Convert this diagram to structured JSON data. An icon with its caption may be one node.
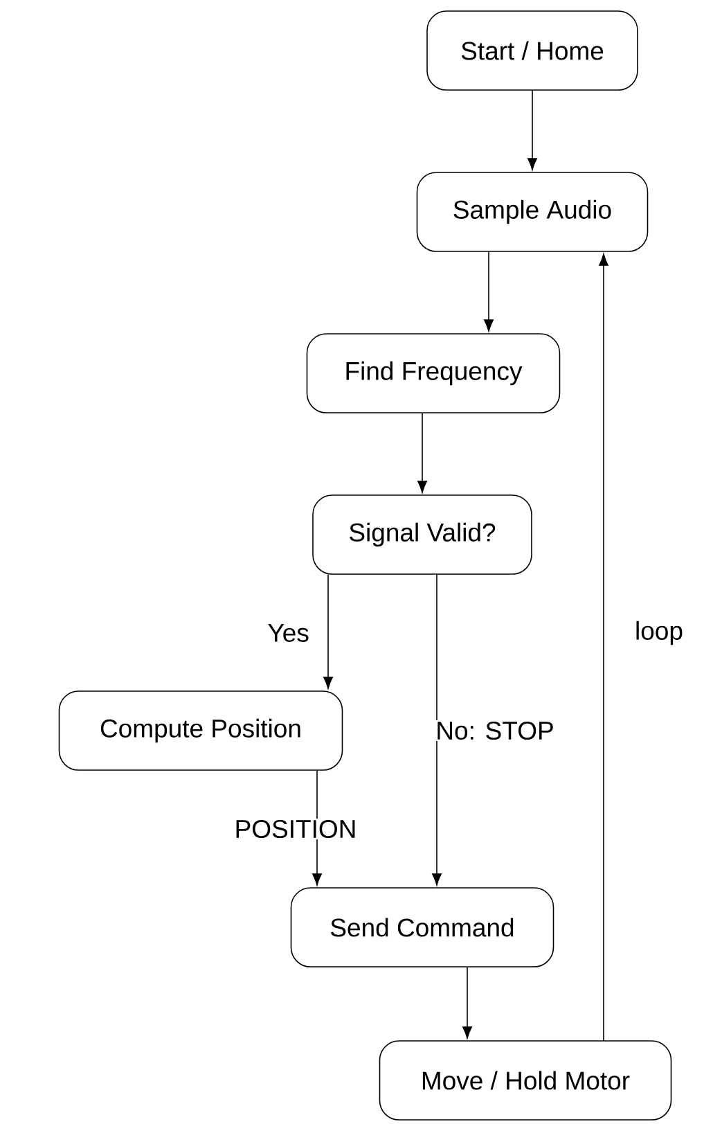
{
  "diagram": {
    "nodes": [
      {
        "text": [
          "Start / Home"
        ]
      },
      {
        "text": [
          "Sample Audio"
        ]
      },
      {
        "text": [
          "Find Frequency"
        ]
      },
      {
        "text": [
          "Signal Valid?"
        ]
      },
      {
        "text": [
          "Compute Position"
        ]
      },
      {
        "text": [
          "Send Command"
        ]
      },
      {
        "text": [
          "Move / Hold Motor"
        ]
      }
    ],
    "edges": [
      {
        "from": 0,
        "to": 1,
        "arrow": "to"
      },
      {
        "from": 1,
        "to": 2,
        "arrow": "to"
      },
      {
        "from": 2,
        "to": 3,
        "arrow": "to"
      },
      {
        "from": 3,
        "to": 4,
        "arrow": "to",
        "label": "Yes"
      },
      {
        "from": 3,
        "to": 5,
        "arrow": "to",
        "label": "No: STOP"
      },
      {
        "from": 4,
        "to": 5,
        "arrow": "to",
        "label": "POSITION"
      },
      {
        "from": 5,
        "to": 6,
        "arrow": "to"
      },
      {
        "from": 6,
        "to": 1,
        "arrow": "to",
        "label": "loop"
      }
    ]
  }
}
